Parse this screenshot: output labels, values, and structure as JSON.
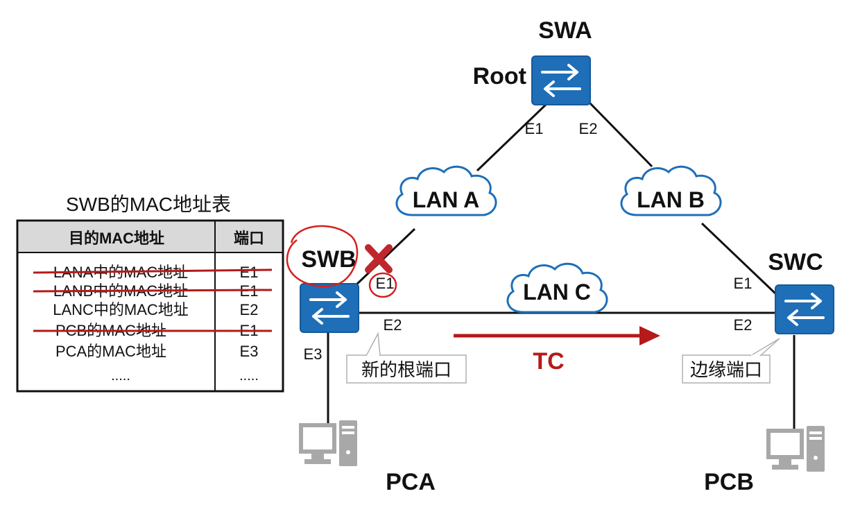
{
  "devices": {
    "swa": {
      "name": "SWA",
      "role": "Root",
      "port1": "E1",
      "port2": "E2"
    },
    "swb": {
      "name": "SWB",
      "port1": "E1",
      "port2": "E2",
      "port3": "E3"
    },
    "swc": {
      "name": "SWC",
      "port1": "E1",
      "port2": "E2"
    }
  },
  "lans": {
    "a": "LAN A",
    "b": "LAN B",
    "c": "LAN C"
  },
  "hosts": {
    "pca": "PCA",
    "pcb": "PCB"
  },
  "tc_label": "TC",
  "callouts": {
    "root_port": "新的根端口",
    "edge_port": "边缘端口"
  },
  "mac_table": {
    "title": "SWB的MAC地址表",
    "headers": [
      "目的MAC地址",
      "端口"
    ],
    "rows": [
      {
        "mac": "LANA中的MAC地址",
        "port": "E1",
        "removed": true
      },
      {
        "mac": "LANB中的MAC地址",
        "port": "E1",
        "removed": true
      },
      {
        "mac": "LANC中的MAC地址",
        "port": "E2",
        "removed": false
      },
      {
        "mac": "PCB的MAC地址",
        "port": "E1",
        "removed": true
      },
      {
        "mac": "PCA的MAC地址",
        "port": "E3",
        "removed": false
      },
      {
        "mac": ".....",
        "port": ".....",
        "removed": false
      }
    ]
  },
  "colors": {
    "switch_fill": "#1e6fb8",
    "switch_border": "#155a99",
    "tc_red": "#b41a1a",
    "cloud_stroke": "#1e6fb8",
    "pc_gray": "#a8a8a8",
    "header_bg": "#d9d9d9"
  },
  "icons": [
    "switch-icon",
    "cloud-icon",
    "pc-icon",
    "cross-icon",
    "arrow-icon"
  ]
}
